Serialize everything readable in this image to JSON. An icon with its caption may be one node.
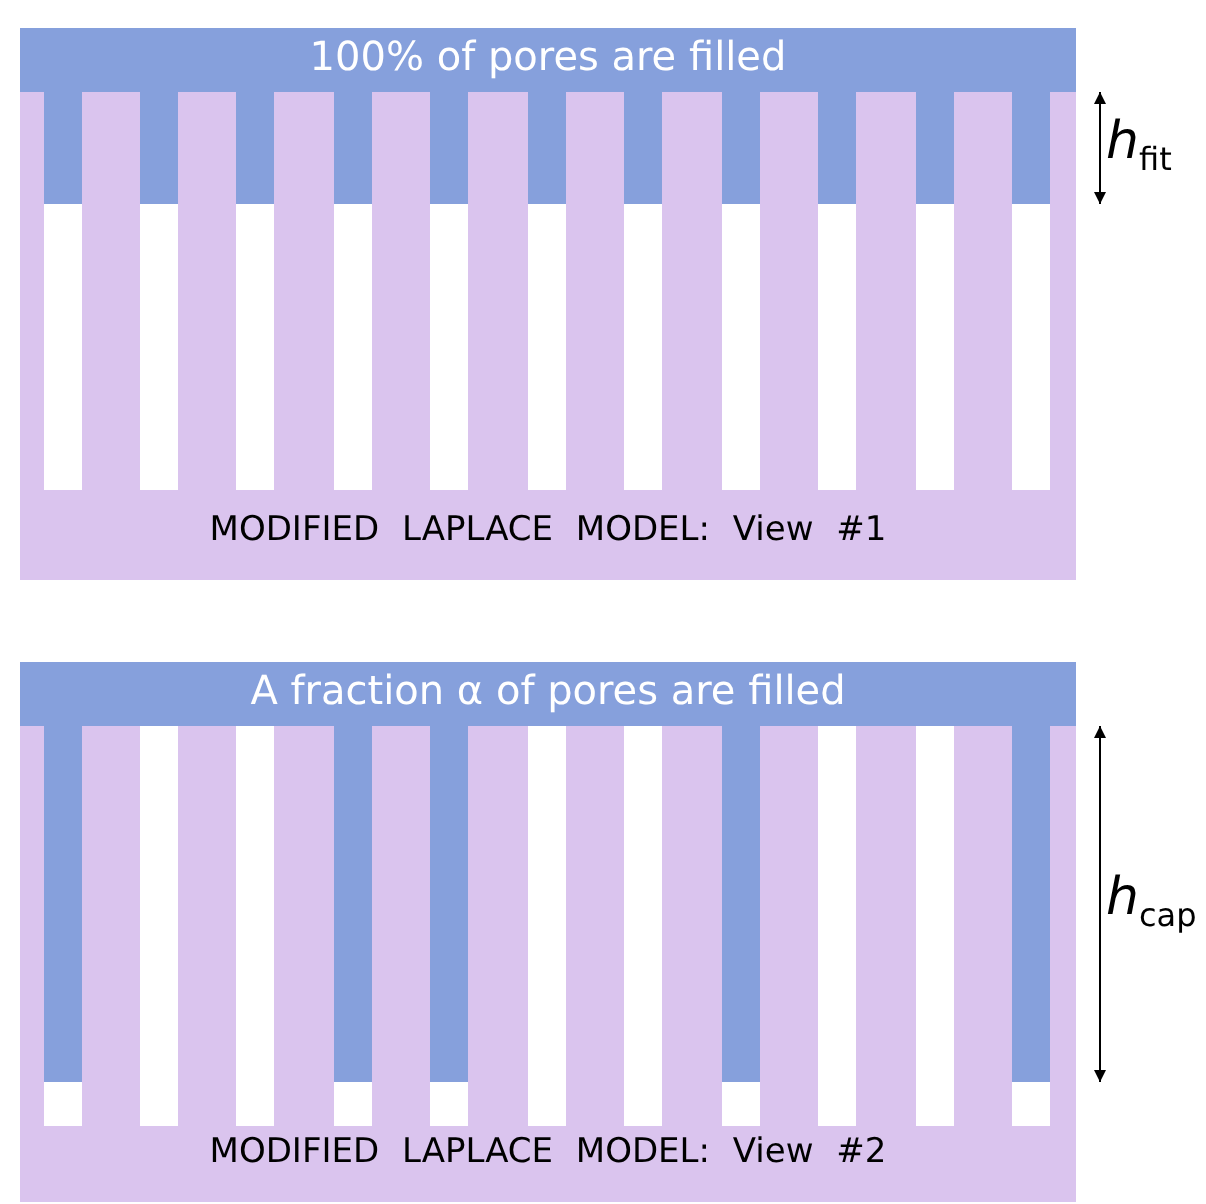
{
  "diagram": {
    "labels": [
      "100% of pores are filled",
      "*h*$_{fit}$",
      "MODIFIED LAPLACE MODEL: View #1",
      "A fraction α of pores are filled",
      "*h*$_{cap}$",
      "MODIFIED LAPLACE MODEL: View #2"
    ]
  }
}
